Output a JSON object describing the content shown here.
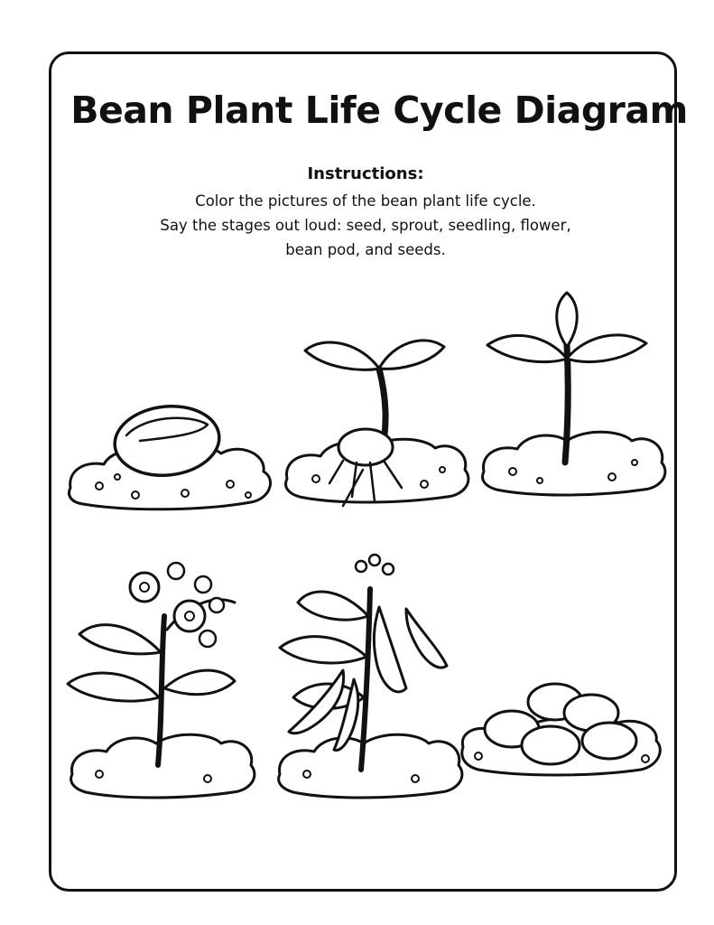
{
  "worksheet": {
    "title": "Bean Plant Life Cycle Diagram",
    "instructions": {
      "heading": "Instructions:",
      "lines": [
        "Color the pictures of the bean plant life cycle.",
        "Say the stages out loud: seed, sprout, seedling, flower,",
        "bean pod, and seeds."
      ]
    },
    "stage_icons": [
      "bean-seed-icon",
      "sprout-icon",
      "seedling-icon",
      "flowering-plant-icon",
      "bean-pod-plant-icon",
      "bean-seeds-pile-icon"
    ]
  }
}
